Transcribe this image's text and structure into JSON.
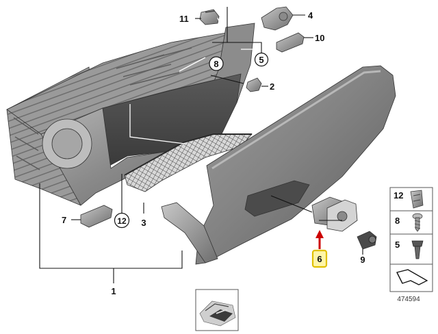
{
  "callouts": {
    "c1": "1",
    "c2": "2",
    "c3": "3",
    "c4": "4",
    "c5": "5",
    "c6": "6",
    "c7": "7",
    "c8": "8",
    "c9": "9",
    "c10": "10",
    "c11": "11",
    "c12": "12"
  },
  "legend": {
    "rows": [
      "12",
      "8",
      "5"
    ]
  },
  "diagram_code": "474594",
  "colors": {
    "highlight_fill": "#fff6a8",
    "highlight_border": "#e0c000",
    "arrow": "#cc0000"
  }
}
